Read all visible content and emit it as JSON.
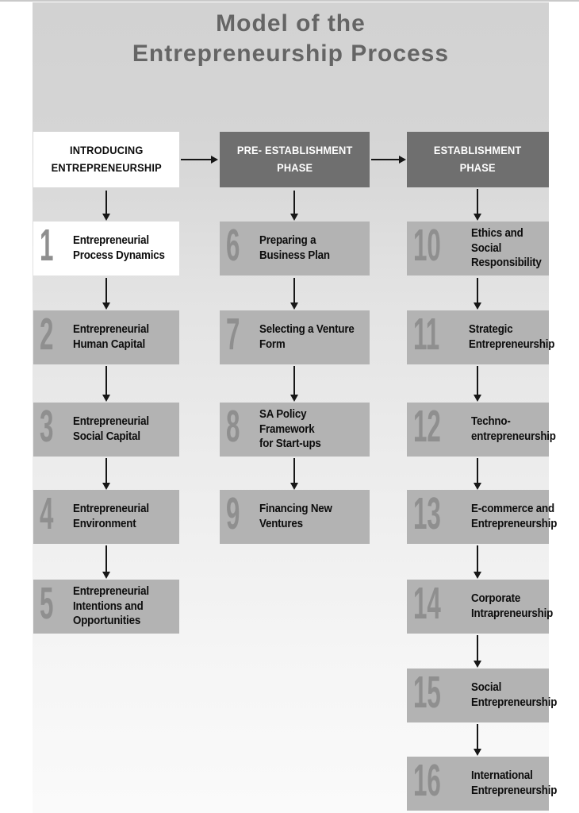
{
  "title": "Model of the\nEntrepreneurship Process",
  "colors": {
    "panel_gradient_top": "#d2d2d2",
    "panel_gradient_bottom": "#fafafa",
    "chapter_box_gray": "#b3b3b3",
    "chapter_box_highlight": "#ffffff",
    "phase_header_dark": "#6f6f6f",
    "phase_header_light": "#ffffff",
    "chapter_number_gray": "#8f8f8f",
    "arrow_black": "#161616",
    "title_text": "#656565"
  },
  "columns": [
    {
      "header": {
        "label": "INTRODUCING\nENTREPRENEURSHIP",
        "variant": "light"
      },
      "items": [
        {
          "number": "1",
          "title": "Entrepreneurial\nProcess Dynamics",
          "variant": "light"
        },
        {
          "number": "2",
          "title": "Entrepreneurial\nHuman Capital",
          "variant": "gray"
        },
        {
          "number": "3",
          "title": "Entrepreneurial\nSocial Capital",
          "variant": "gray"
        },
        {
          "number": "4",
          "title": "Entrepreneurial\nEnvironment",
          "variant": "gray"
        },
        {
          "number": "5",
          "title": "Entrepreneurial\nIntentions and\nOpportunities",
          "variant": "gray"
        }
      ]
    },
    {
      "header": {
        "label": "PRE- ESTABLISHMENT\nPHASE",
        "variant": "dark"
      },
      "items": [
        {
          "number": "6",
          "title": "Preparing a\nBusiness Plan",
          "variant": "gray"
        },
        {
          "number": "7",
          "title": "Selecting a Venture\nForm",
          "variant": "gray"
        },
        {
          "number": "8",
          "title": "SA Policy Framework\nfor Start-ups",
          "variant": "gray"
        },
        {
          "number": "9",
          "title": "Financing New\nVentures",
          "variant": "gray"
        }
      ]
    },
    {
      "header": {
        "label": "ESTABLISHMENT\nPHASE",
        "variant": "dark"
      },
      "items": [
        {
          "number": "10",
          "title": "Ethics and Social\nResponsibility",
          "variant": "gray"
        },
        {
          "number": "11",
          "title": "Strategic\nEntrepreneurship",
          "variant": "gray"
        },
        {
          "number": "12",
          "title": "Techno-\nentrepreneurship",
          "variant": "gray"
        },
        {
          "number": "13",
          "title": "E-commerce and\nEntrepreneurship",
          "variant": "gray"
        },
        {
          "number": "14",
          "title": "Corporate\nIntrapreneurship",
          "variant": "gray"
        },
        {
          "number": "15",
          "title": "Social\nEntrepreneurship",
          "variant": "gray"
        },
        {
          "number": "16",
          "title": "International\nEntrepreneurship",
          "variant": "gray"
        }
      ]
    }
  ]
}
